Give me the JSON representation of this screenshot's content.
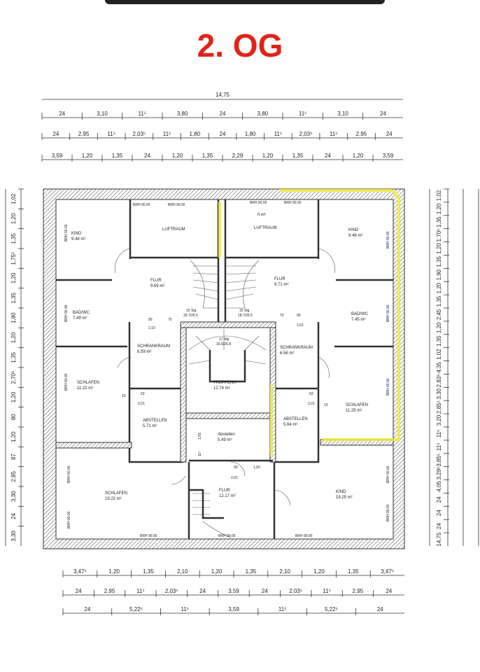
{
  "title": "2. OG",
  "dimensions": {
    "top": {
      "total": "14,75",
      "row2": [
        "24",
        "3,10",
        "11⁵",
        "3,80",
        "24",
        "3,80",
        "11⁵",
        "3,10",
        "24"
      ],
      "row3": [
        "24",
        "2,95",
        "11⁵",
        "2,03⁵",
        "11⁵",
        "1,80",
        "24",
        "1,80",
        "11⁵",
        "2,03⁵",
        "11⁵",
        "2,95",
        "24"
      ],
      "row4": [
        "3,59",
        "1,20",
        "1,35",
        "24",
        "1,20",
        "1,35",
        "2,29",
        "1,20",
        "1,35",
        "24",
        "1,20",
        "3,59"
      ]
    },
    "bottom": {
      "row1": [
        "3,47⁵",
        "1,20",
        "1,35",
        "2,10",
        "1,20",
        "1,35",
        "2,10",
        "1,20",
        "1,35",
        "3,47⁵"
      ],
      "row2": [
        "24",
        "2,95",
        "11⁵",
        "2,03⁵",
        "24",
        "3,59",
        "24",
        "2,03⁵",
        "11⁵",
        "2,95",
        "24"
      ],
      "row3": [
        "24",
        "5,22⁵",
        "11⁵",
        "3,59",
        "11⁵",
        "5,22⁵",
        "24"
      ]
    },
    "left": [
      "1,02",
      "1,20",
      "1,35",
      "1,75⁵",
      "1,20",
      "1,35",
      "1,80",
      "1,20",
      "1,35",
      "2,70⁵",
      "1,20",
      "80",
      "1,20",
      "87",
      "2,85",
      "3,30",
      "24",
      "3,30"
    ],
    "right": [
      "1,02",
      "1,20",
      "1,35",
      "1,70⁵",
      "1,20",
      "1,35",
      "1,90",
      "1,20",
      "1,35",
      "2,45",
      "1,20",
      "1,35",
      "1,02",
      "4,35",
      "2,83⁵",
      "3,30",
      "2,85⁵",
      "3,20",
      "11⁵",
      "11⁵",
      "3,85⁵",
      "3,29⁵",
      "4,05",
      "24",
      "24",
      "24",
      "14,75"
    ]
  },
  "rooms": {
    "kind_l": {
      "name": "KIND",
      "area": "9.48 m²"
    },
    "luftraum_l": {
      "name": "LUFTRAUM"
    },
    "flur_l": {
      "name": "FLUR",
      "area": "9.69 m²"
    },
    "bad_l": {
      "name": "BAD/WC",
      "area": "7.49 m²"
    },
    "schrank_l": {
      "name": "SCHRANKRAUM",
      "area": "6.59 m²"
    },
    "schlafen_l": {
      "name": "SCHLAFEN",
      "area": "11.22 m²"
    },
    "abstellen_l": {
      "name": "ABSTELLEN",
      "area": "5.71 m²"
    },
    "treppenh": {
      "name": "TREPPENH",
      "area": "12.74 m²"
    },
    "abstellen_m": {
      "name": "Abstellen",
      "area": "5.49 m²"
    },
    "flur_m": {
      "name": "FLUR",
      "area": "12.17 m²"
    },
    "schlafen_bl": {
      "name": "SCHLAFEN",
      "area": "19.22 m²"
    },
    "luftraum_r": {
      "name": "LUFTRAUM",
      "note": "h.en"
    },
    "kind_r": {
      "name": "KIND",
      "area": "9.48 m²"
    },
    "flur_r": {
      "name": "FLUR",
      "area": "9.71 m²"
    },
    "bad_r": {
      "name": "BAD/WC",
      "area": "7.45 m²"
    },
    "schrank_r": {
      "name": "SCHRANKRAUM",
      "area": "6.56 m²"
    },
    "schlafen_r": {
      "name": "SCHLAFEN",
      "area": "11.25 m²"
    },
    "abstellen_r": {
      "name": "ABSTELLEN",
      "area": "5.64 m²"
    },
    "kind_br": {
      "name": "KIND",
      "area": "19.25 m²"
    }
  },
  "stairs": {
    "l": {
      "steps": "15 Stg",
      "ratio": "18.7/25.5"
    },
    "r": {
      "steps": "15 Stg",
      "ratio": "18.7/25.5"
    },
    "main": {
      "steps": "17 Stg",
      "ratio": "16.6/26.8"
    }
  },
  "window_label": "BRH 90.00",
  "door_labels": {
    "w90": "90",
    "h210": "2,10",
    "h201": "2,01",
    "w70": "70",
    "w63": "63",
    "w10": "10",
    "w100": "1,00",
    "h155": "1,55",
    "w115": "11⁵"
  }
}
